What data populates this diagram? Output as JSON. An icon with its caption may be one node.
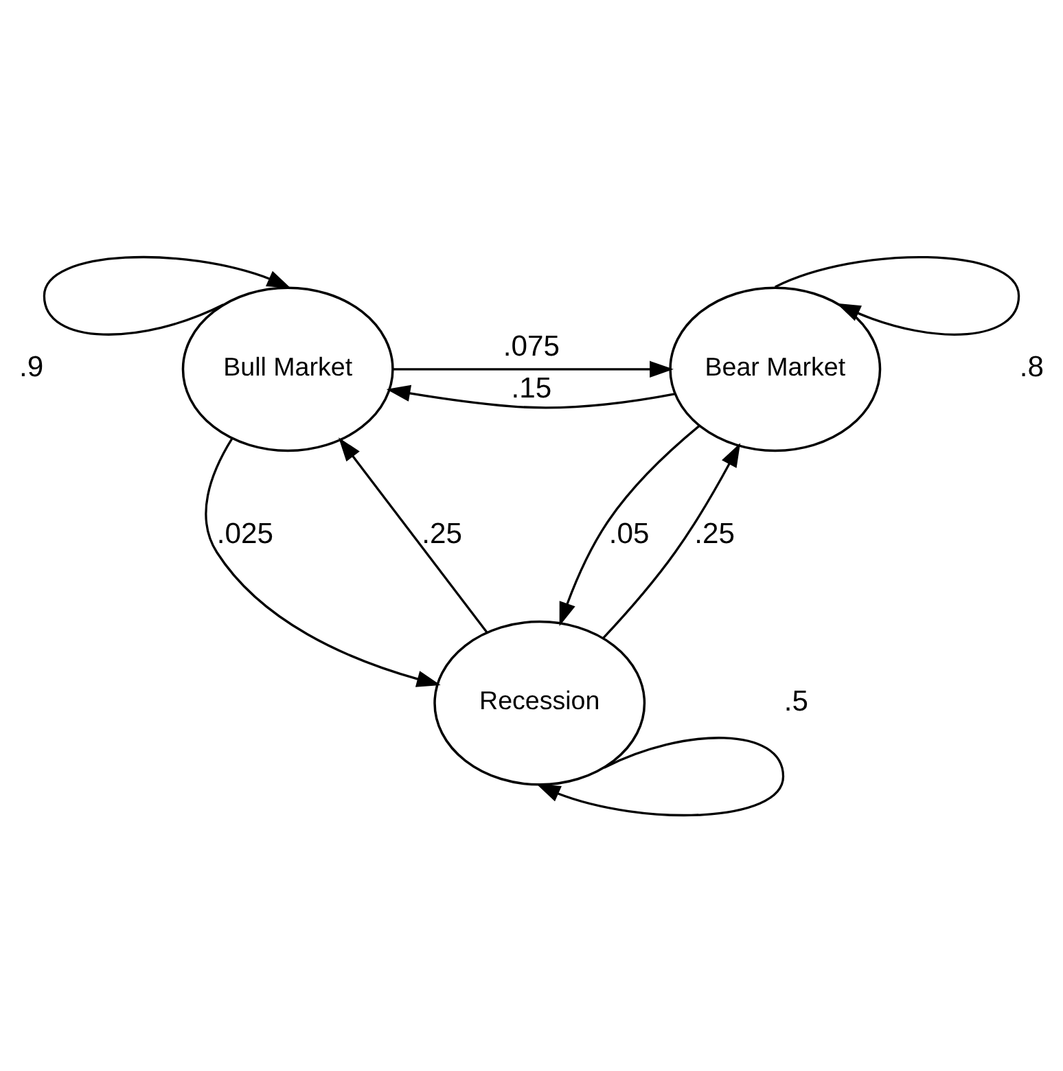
{
  "diagram": {
    "nodes": [
      {
        "text": [
          "Bull Market"
        ]
      },
      {
        "text": [
          "Bear Market"
        ]
      },
      {
        "text": [
          "Recession"
        ]
      }
    ],
    "edges": [
      {
        "from": 0,
        "to": 0,
        "arrow": "to",
        "label": ".9"
      },
      {
        "from": 0,
        "to": 1,
        "arrow": "to",
        "label": ".075"
      },
      {
        "from": 1,
        "to": 1,
        "arrow": "to",
        "label": ".8"
      },
      {
        "from": 1,
        "to": 0,
        "arrow": "to",
        "label": ".15"
      },
      {
        "from": 0,
        "to": 2,
        "arrow": "to",
        "label": ".025"
      },
      {
        "from": 2,
        "to": 1,
        "arrow": "to",
        "label": ".25"
      },
      {
        "from": 1,
        "to": 2,
        "arrow": "to",
        "label": ".05"
      },
      {
        "from": 2,
        "to": 0,
        "arrow": "to",
        "label": ".25"
      },
      {
        "from": 2,
        "to": 2,
        "arrow": "to",
        "label": ".5"
      }
    ]
  }
}
